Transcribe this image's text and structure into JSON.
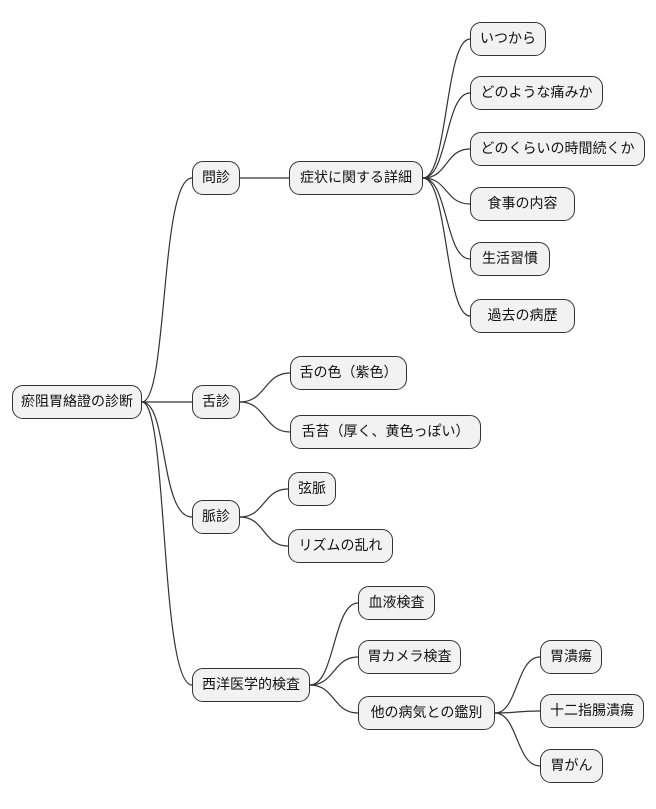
{
  "diagram_type": "mindmap",
  "colors": {
    "background": "#ffffff",
    "node_fill": "#f2f2f2",
    "node_border": "#333333",
    "edge": "#333333",
    "text": "#111111"
  },
  "mindmap": {
    "root": {
      "label": "瘀阻胃絡證の診断",
      "children": [
        {
          "label": "問診",
          "children": [
            {
              "label": "症状に関する詳細",
              "children": [
                {
                  "label": "いつから"
                },
                {
                  "label": "どのような痛みか"
                },
                {
                  "label": "どのくらいの時間続くか"
                },
                {
                  "label": "食事の内容"
                },
                {
                  "label": "生活習慣"
                },
                {
                  "label": "過去の病歴"
                }
              ]
            }
          ]
        },
        {
          "label": "舌診",
          "children": [
            {
              "label": "舌の色（紫色）"
            },
            {
              "label": "舌苔（厚く、黄色っぽい）"
            }
          ]
        },
        {
          "label": "脈診",
          "children": [
            {
              "label": "弦脈"
            },
            {
              "label": "リズムの乱れ"
            }
          ]
        },
        {
          "label": "西洋医学的検査",
          "children": [
            {
              "label": "血液検査"
            },
            {
              "label": "胃カメラ検査"
            },
            {
              "label": "他の病気との鑑別",
              "children": [
                {
                  "label": "胃潰瘍"
                },
                {
                  "label": "十二指腸潰瘍"
                },
                {
                  "label": "胃がん"
                }
              ]
            }
          ]
        }
      ]
    }
  }
}
